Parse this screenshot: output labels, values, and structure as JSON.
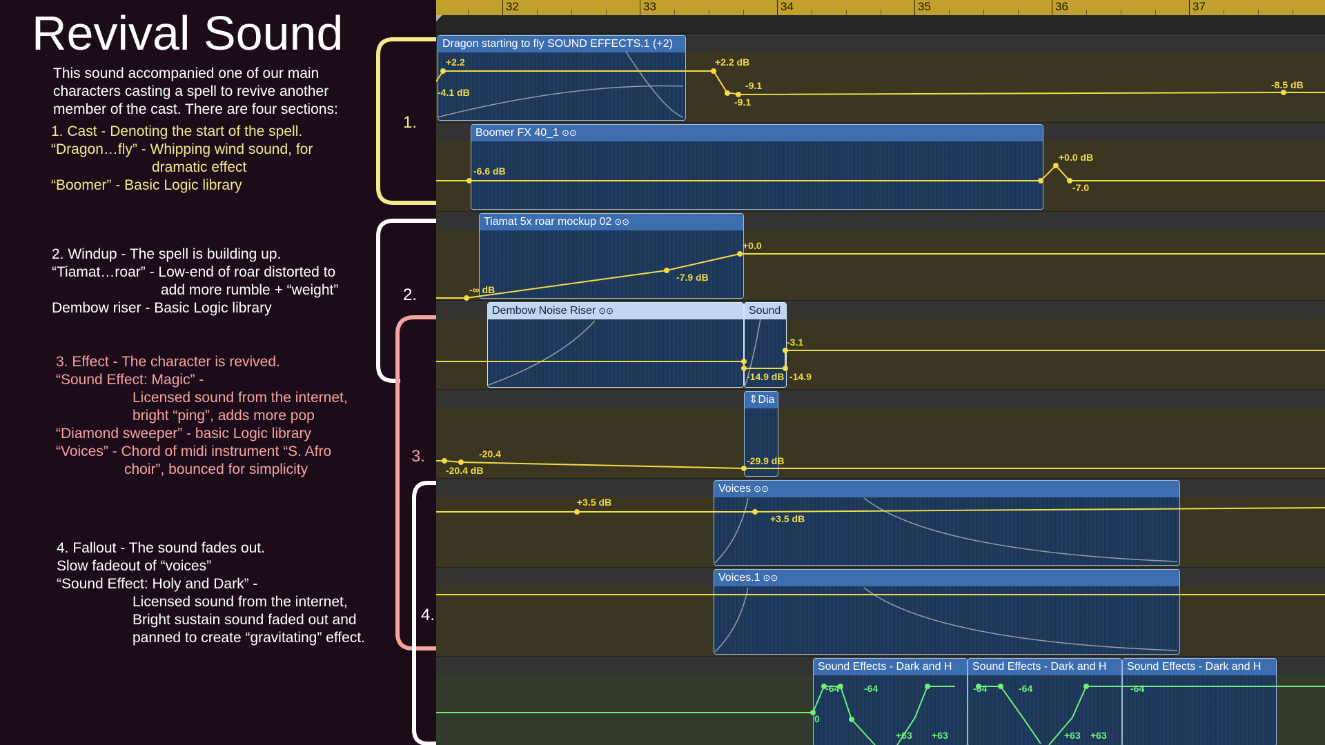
{
  "notes": {
    "title": "Revival Sound",
    "intro": [
      "This sound accompanied one of our main",
      "characters casting a spell to revive another",
      "member of the cast. There are four sections:"
    ],
    "s1": [
      "1. Cast - Denoting the start of the spell.",
      "“Dragon…fly” - Whipping wind sound, for",
      "dramatic effect",
      "“Boomer” - Basic Logic library"
    ],
    "s2": [
      "2. Windup - The spell is building up.",
      "“Tiamat…roar” - Low-end of roar distorted to",
      "add more rumble + “weight”",
      "Dembow riser - Basic Logic library"
    ],
    "s3": [
      "3. Effect - The character is revived.",
      "“Sound Effect: Magic” -",
      "Licensed sound from the internet,",
      "bright “ping”, adds more pop",
      "“Diamond sweeper” - basic Logic library",
      "“Voices” - Chord of midi instrument “S. Afro",
      "choir”, bounced for simplicity"
    ],
    "s4": [
      "4. Fallout - The sound fades out.",
      "Slow fadeout of “voices”",
      "“Sound Effect: Holy and Dark” -",
      "Licensed sound from the internet,",
      "Bright sustain sound faded out and",
      "panned to create “gravitating” effect."
    ],
    "section_numbers": [
      "1.",
      "2.",
      "3.",
      "4."
    ],
    "colors": {
      "s1": "#f5e98c",
      "s2": "#ffffff",
      "s3": "#f7a3a0",
      "s4": "#ffffff"
    }
  },
  "ruler": {
    "bars": [
      "32",
      "33",
      "34",
      "35",
      "36",
      "37"
    ]
  },
  "regions": {
    "dragon": "Dragon starting to fly SOUND EFFECTS.1 (+2)",
    "boomer": "Boomer FX 40_1",
    "tiamat": "Tiamat 5x roar mockup 02",
    "dembow": "Dembow Noise Riser",
    "sound": "Sound",
    "dia": "Dia",
    "voices": "Voices",
    "voices1": "Voices.1",
    "sfx1": "Sound Effects - Dark and H",
    "sfx2": "Sound Effects - Dark and H",
    "sfx3": "Sound Effects - Dark and H"
  },
  "link_icon": "link-rings-icon",
  "automation": {
    "t1": [
      "+2.2",
      "-4.1 dB",
      "+2.2 dB",
      "-9.1",
      "-9.1",
      "-8.5 dB"
    ],
    "t2": [
      "-6.6 dB",
      "+0.0 dB",
      "-7.0"
    ],
    "t3": [
      "-∞ dB",
      "-7.9 dB",
      "+0.0"
    ],
    "t4": [
      "-14.9 dB",
      "-3.1",
      "-14.9"
    ],
    "t5": [
      "-20.4",
      "-20.4 dB",
      "-29.9 dB"
    ],
    "t6": [
      "+3.5 dB",
      "+3.5 dB"
    ],
    "t8": [
      "-64",
      "-64",
      "0",
      "+63",
      "+63",
      "-64",
      "-64",
      "+63",
      "+63",
      "-64"
    ]
  },
  "colors": {
    "volume": "#f2dc48",
    "pan": "#6ef07a",
    "ruler": "#c2a02e",
    "region_header": "#3c6eaf"
  }
}
